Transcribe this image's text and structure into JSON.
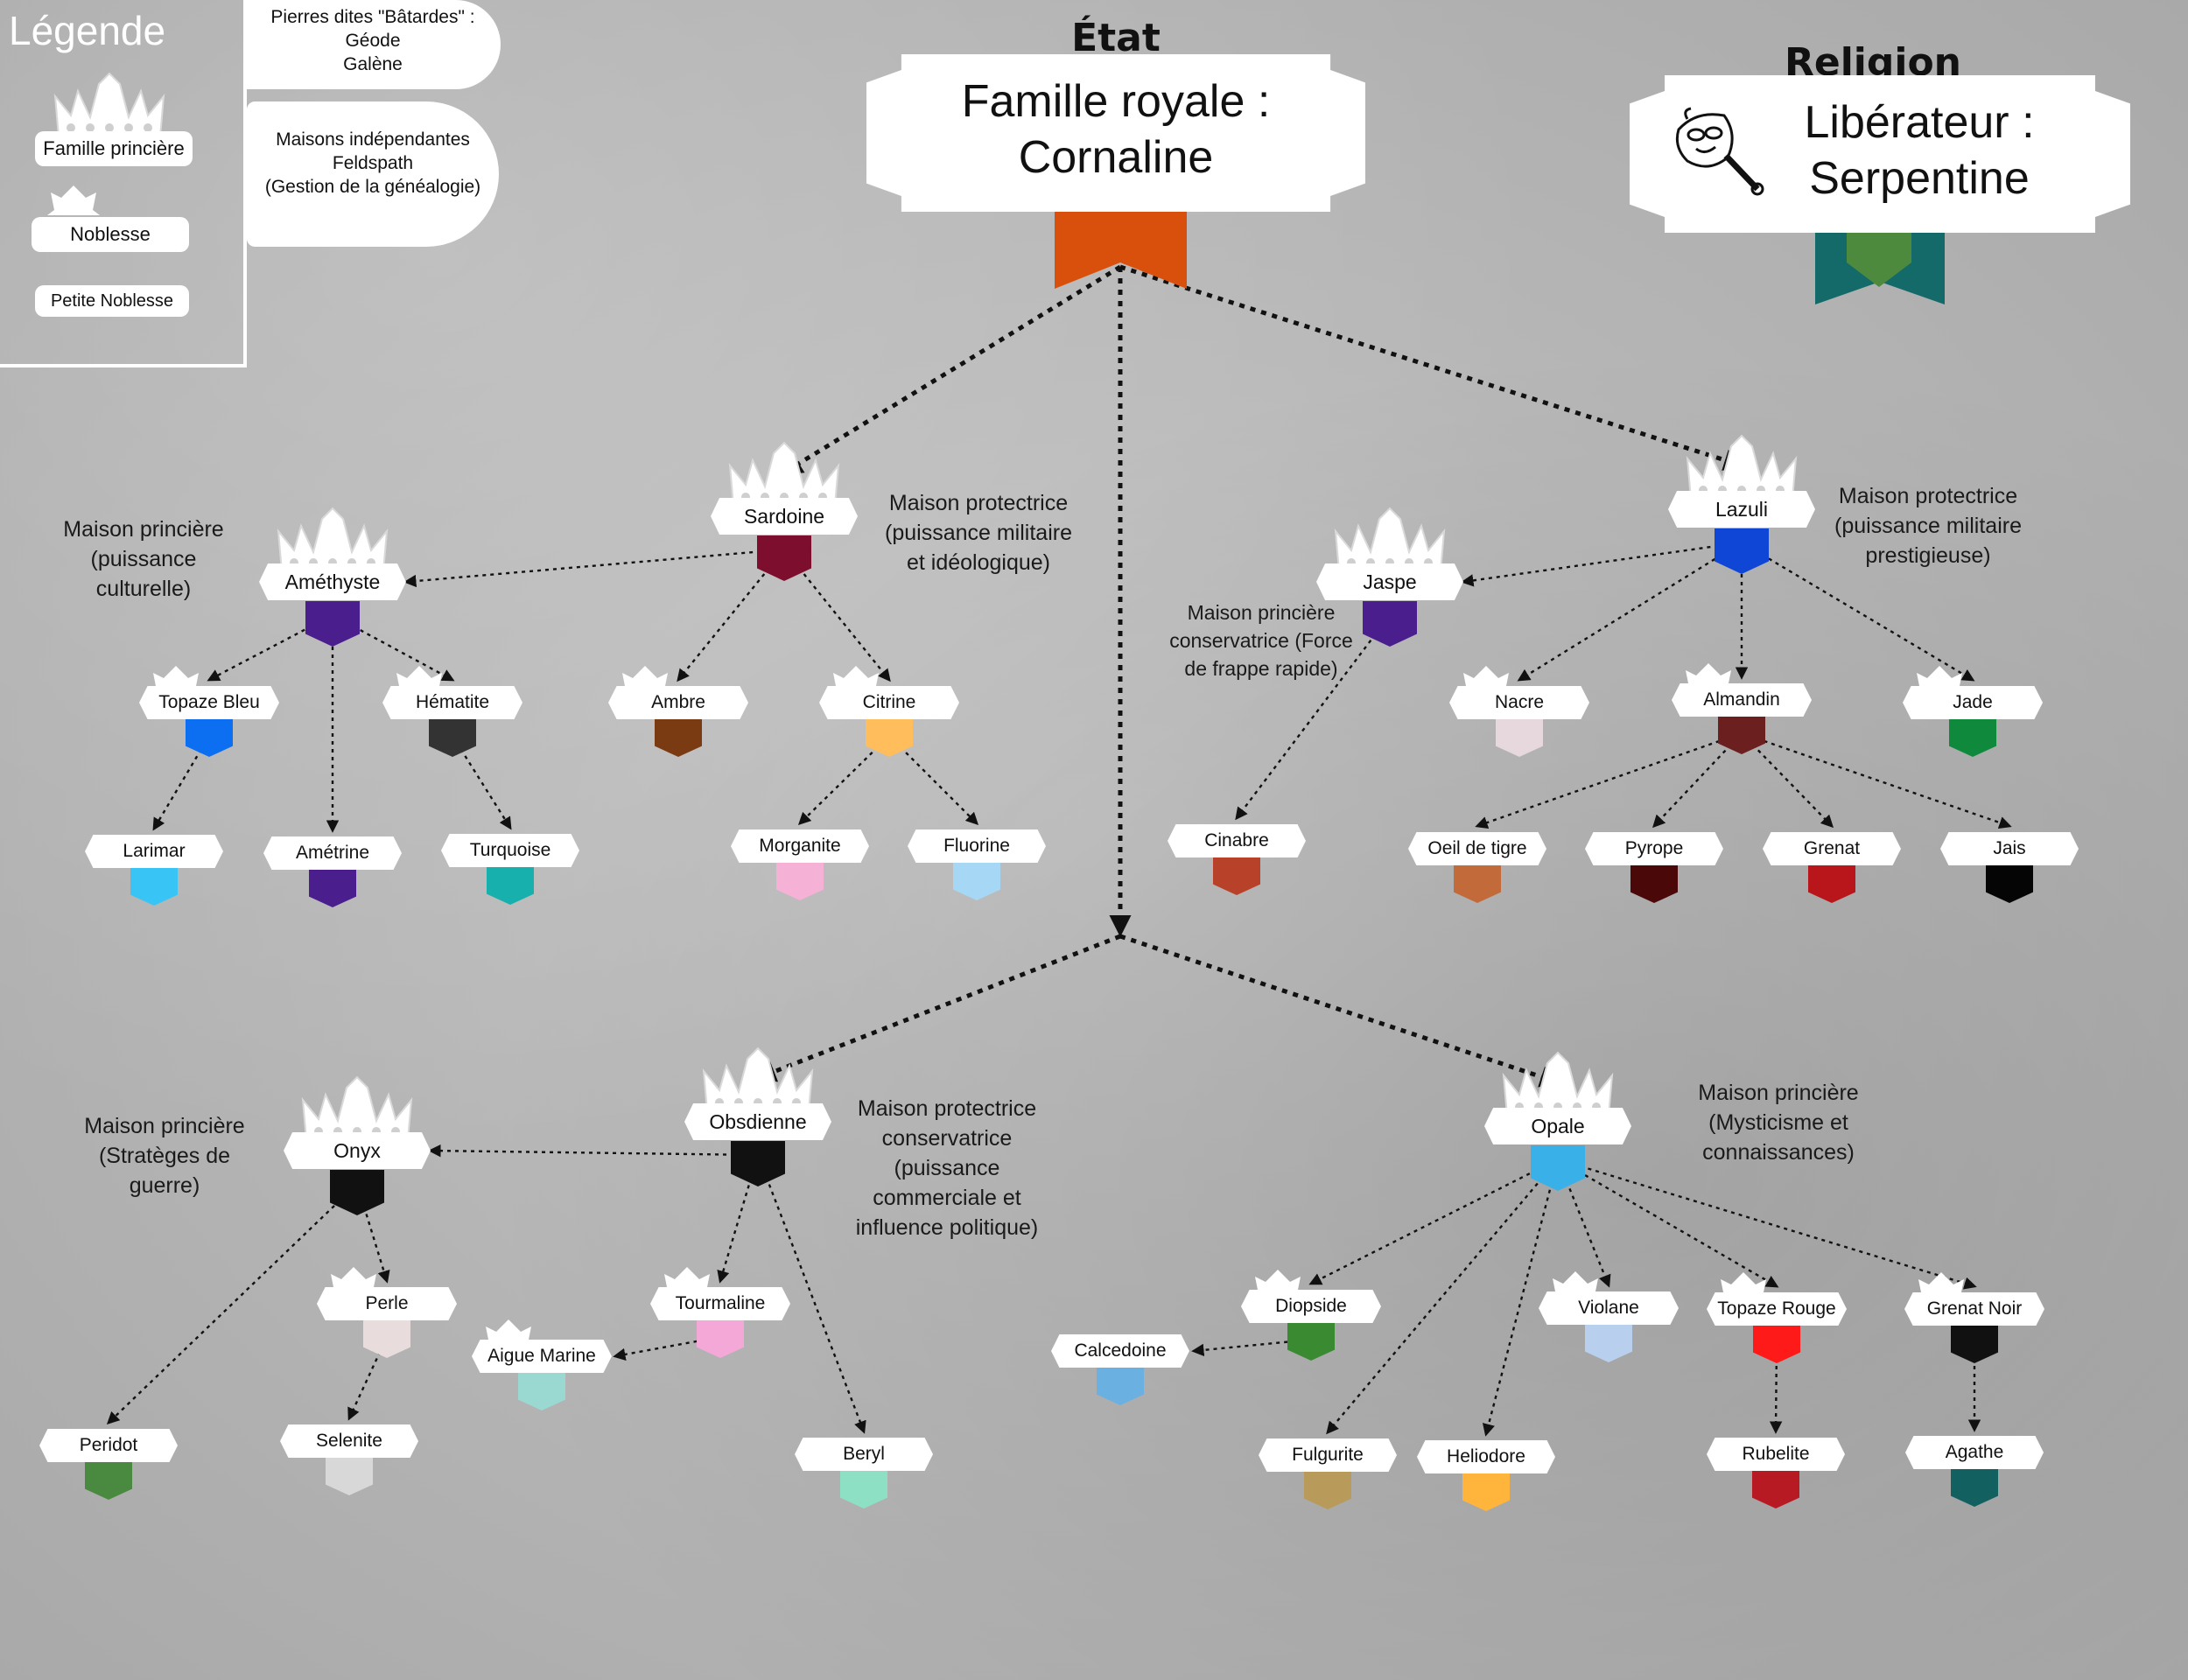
{
  "legend": {
    "title": "Légende",
    "items": [
      "Famille princière",
      "Noblesse",
      "Petite Noblesse"
    ],
    "bastard_stones": "Pierres dites \"Bâtardes\" :\nGéode\nGalène",
    "independent_houses": "Maisons indépendantes\nFeldspath\n(Gestion de la généalogie)"
  },
  "state": {
    "title": "État",
    "banner_line1": "Famille royale :",
    "banner_line2": "Cornaline",
    "color": "#d8500c"
  },
  "religion": {
    "title": "Religion",
    "banner_line1": "Libérateur :",
    "banner_line2": "Serpentine",
    "icon": "mask-icon",
    "colors": [
      "#136a69",
      "#4e8a3e"
    ]
  },
  "descriptions": {
    "amethyste": "Maison princière\n(puissance\nculturelle)",
    "sardoine": "Maison protectrice\n(puissance militaire\net idéologique)",
    "lazuli": "Maison protectrice\n(puissance militaire\nprestigieuse)",
    "jaspe": "Maison princière\nconservatrice (Force\nde frappe rapide)",
    "onyx": "Maison princière\n(Stratèges de\nguerre)",
    "obsdienne": "Maison protectrice\nconservatrice\n(puissance\ncommerciale et\ninfluence politique)",
    "opale": "Maison princière\n(Mysticisme et\nconnaissances)"
  },
  "houses": [
    {
      "id": "sardoine",
      "name": "Sardoine",
      "rank": "prince",
      "color": "#7d0e2e"
    },
    {
      "id": "amethyste",
      "name": "Améthyste",
      "rank": "prince",
      "color": "#4a1e8c"
    },
    {
      "id": "lazuli",
      "name": "Lazuli",
      "rank": "prince",
      "color": "#1046d6"
    },
    {
      "id": "jaspe",
      "name": "Jaspe",
      "rank": "prince",
      "color": "#4a1e8c"
    },
    {
      "id": "obsdienne",
      "name": "Obsdienne",
      "rank": "prince",
      "color": "#111111"
    },
    {
      "id": "onyx",
      "name": "Onyx",
      "rank": "prince",
      "color": "#111111"
    },
    {
      "id": "opale",
      "name": "Opale",
      "rank": "prince",
      "color": "#3ab0e8"
    },
    {
      "id": "topaze_bleu",
      "name": "Topaze Bleu",
      "rank": "noble",
      "color": "#0c6ef0"
    },
    {
      "id": "hematite",
      "name": "Hématite",
      "rank": "noble",
      "color": "#333333"
    },
    {
      "id": "ambre",
      "name": "Ambre",
      "rank": "noble",
      "color": "#7a3b12"
    },
    {
      "id": "citrine",
      "name": "Citrine",
      "rank": "noble",
      "color": "#ffbd5c"
    },
    {
      "id": "nacre",
      "name": "Nacre",
      "rank": "noble",
      "color": "#e6d8dd"
    },
    {
      "id": "almandin",
      "name": "Almandin",
      "rank": "noble",
      "color": "#6b1f1f"
    },
    {
      "id": "jade",
      "name": "Jade",
      "rank": "noble",
      "color": "#0f8a3c"
    },
    {
      "id": "perle",
      "name": "Perle",
      "rank": "noble",
      "color": "#e8dcdc"
    },
    {
      "id": "aigue_marine",
      "name": "Aigue Marine",
      "rank": "noble",
      "color": "#9ad8d2"
    },
    {
      "id": "tourmaline",
      "name": "Tourmaline",
      "rank": "noble",
      "color": "#f4a8d8"
    },
    {
      "id": "diopside",
      "name": "Diopside",
      "rank": "noble",
      "color": "#3a8a32"
    },
    {
      "id": "violane",
      "name": "Violane",
      "rank": "noble",
      "color": "#b8cfee"
    },
    {
      "id": "topaze_rouge",
      "name": "Topaze Rouge",
      "rank": "noble",
      "color": "#ff1a1a"
    },
    {
      "id": "grenat_noir",
      "name": "Grenat Noir",
      "rank": "noble",
      "color": "#111111"
    },
    {
      "id": "larimar",
      "name": "Larimar",
      "rank": "petty",
      "color": "#38c4f5"
    },
    {
      "id": "ametrine",
      "name": "Amétrine",
      "rank": "petty",
      "color": "#4a1e8c"
    },
    {
      "id": "turquoise",
      "name": "Turquoise",
      "rank": "petty",
      "color": "#17b0ac"
    },
    {
      "id": "morganite",
      "name": "Morganite",
      "rank": "petty",
      "color": "#f6b2d6"
    },
    {
      "id": "fluorine",
      "name": "Fluorine",
      "rank": "petty",
      "color": "#a6d8f5"
    },
    {
      "id": "cinabre",
      "name": "Cinabre",
      "rank": "petty",
      "color": "#b8412a"
    },
    {
      "id": "oeil_de_tigre",
      "name": "Oeil de tigre",
      "rank": "petty",
      "color": "#c26a3a"
    },
    {
      "id": "pyrope",
      "name": "Pyrope",
      "rank": "petty",
      "color": "#4a0808"
    },
    {
      "id": "grenat",
      "name": "Grenat",
      "rank": "petty",
      "color": "#b8161a"
    },
    {
      "id": "jais",
      "name": "Jais",
      "rank": "petty",
      "color": "#050505"
    },
    {
      "id": "peridot",
      "name": "Peridot",
      "rank": "petty",
      "color": "#4a8a40"
    },
    {
      "id": "selenite",
      "name": "Selenite",
      "rank": "petty",
      "color": "#d8d8d8"
    },
    {
      "id": "beryl",
      "name": "Beryl",
      "rank": "petty",
      "color": "#8ee0c4"
    },
    {
      "id": "calcedoine",
      "name": "Calcedoine",
      "rank": "petty",
      "color": "#6ab0e0"
    },
    {
      "id": "fulgurite",
      "name": "Fulgurite",
      "rank": "petty",
      "color": "#b89a5a"
    },
    {
      "id": "heliodore",
      "name": "Heliodore",
      "rank": "petty",
      "color": "#ffb43c"
    },
    {
      "id": "rubelite",
      "name": "Rubelite",
      "rank": "petty",
      "color": "#b81a24"
    },
    {
      "id": "agathe",
      "name": "Agathe",
      "rank": "petty",
      "color": "#126060"
    }
  ],
  "links": [
    [
      "cornaline",
      "sardoine",
      "main"
    ],
    [
      "cornaline",
      "lazuli",
      "main"
    ],
    [
      "cornaline",
      "mid",
      "main"
    ],
    [
      "mid",
      "obsdienne",
      "main"
    ],
    [
      "mid",
      "opale",
      "main"
    ],
    [
      "sardoine",
      "amethyste",
      "sub"
    ],
    [
      "sardoine",
      "ambre",
      "sub"
    ],
    [
      "sardoine",
      "citrine",
      "sub"
    ],
    [
      "amethyste",
      "topaze_bleu",
      "sub"
    ],
    [
      "amethyste",
      "hematite",
      "sub"
    ],
    [
      "amethyste",
      "ametrine",
      "sub"
    ],
    [
      "topaze_bleu",
      "larimar",
      "sub"
    ],
    [
      "hematite",
      "turquoise",
      "sub"
    ],
    [
      "citrine",
      "morganite",
      "sub"
    ],
    [
      "citrine",
      "fluorine",
      "sub"
    ],
    [
      "lazuli",
      "jaspe",
      "sub"
    ],
    [
      "lazuli",
      "nacre",
      "sub"
    ],
    [
      "lazuli",
      "almandin",
      "sub"
    ],
    [
      "lazuli",
      "jade",
      "sub"
    ],
    [
      "jaspe",
      "cinabre",
      "sub"
    ],
    [
      "almandin",
      "oeil_de_tigre",
      "sub"
    ],
    [
      "almandin",
      "pyrope",
      "sub"
    ],
    [
      "almandin",
      "grenat",
      "sub"
    ],
    [
      "almandin",
      "jais",
      "sub"
    ],
    [
      "obsdienne",
      "onyx",
      "sub"
    ],
    [
      "obsdienne",
      "tourmaline",
      "sub"
    ],
    [
      "obsdienne",
      "beryl",
      "sub"
    ],
    [
      "onyx",
      "peridot",
      "sub"
    ],
    [
      "onyx",
      "perle",
      "sub"
    ],
    [
      "perle",
      "selenite",
      "sub"
    ],
    [
      "tourmaline",
      "aigue_marine",
      "sub"
    ],
    [
      "opale",
      "diopside",
      "sub"
    ],
    [
      "opale",
      "violane",
      "sub"
    ],
    [
      "opale",
      "topaze_rouge",
      "sub"
    ],
    [
      "opale",
      "grenat_noir",
      "sub"
    ],
    [
      "opale",
      "fulgurite",
      "sub"
    ],
    [
      "opale",
      "heliodore",
      "sub"
    ],
    [
      "diopside",
      "calcedoine",
      "sub"
    ],
    [
      "topaze_rouge",
      "rubelite",
      "sub"
    ],
    [
      "grenat_noir",
      "agathe",
      "sub"
    ]
  ]
}
